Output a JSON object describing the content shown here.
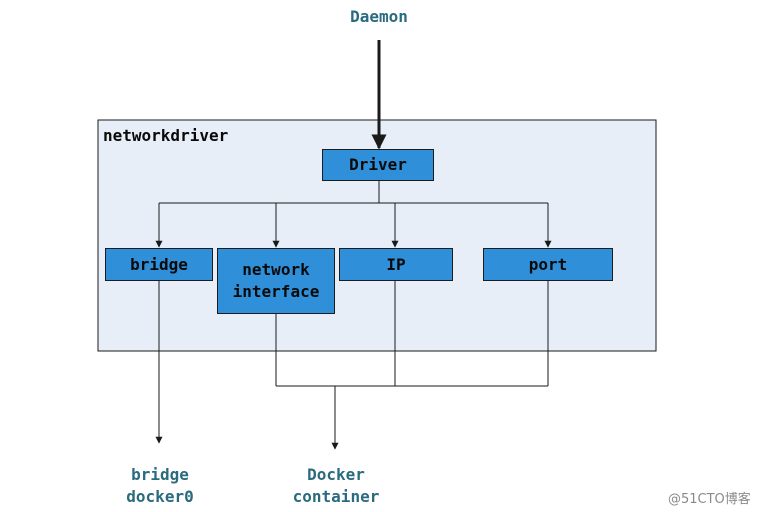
{
  "top_label": "Daemon",
  "container": {
    "label": "networkdriver"
  },
  "driver": {
    "label": "Driver"
  },
  "components": {
    "bridge": "bridge",
    "network_interface_line1": "network",
    "network_interface_line2": "interface",
    "ip": "IP",
    "port": "port"
  },
  "outputs": {
    "bridge_line1": "bridge",
    "bridge_line2": "docker0",
    "docker_line1": "Docker",
    "docker_line2": "container"
  },
  "watermark": "@51CTO博客",
  "colors": {
    "box_fill": "#2f8fd8",
    "container_fill": "#e8eef7",
    "label_text": "#2b6b7f",
    "line": "#1a1a1a"
  }
}
